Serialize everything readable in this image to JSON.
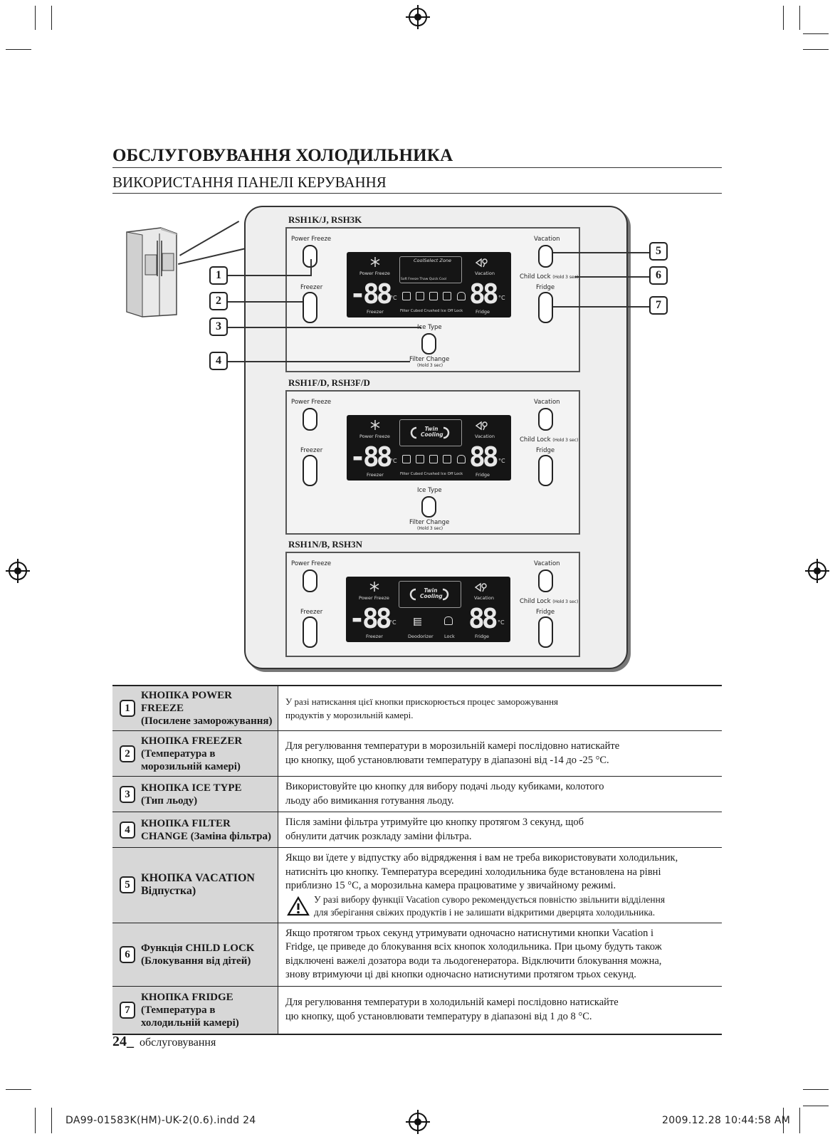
{
  "page": {
    "title": "ОБСЛУГОВУВАННЯ ХОЛОДИЛЬНИКА",
    "subtitle": "ВИКОРИСТАННЯ ПАНЕЛІ КЕРУВАННЯ"
  },
  "panels": [
    {
      "model": "RSH1K/J, RSH3K",
      "power_freeze": "Power Freeze",
      "vacation": "Vacation",
      "child_lock": "Child Lock",
      "hold": "(Hold 3 sec)",
      "freezer": "Freezer",
      "fridge": "Fridge",
      "ice_type": "Ice Type",
      "filter_change": "Filter Change",
      "filter_hold": "(Hold 3 sec)",
      "lcd": {
        "zone_title": "CoolSelect Zone",
        "zone_items": "Soft Freeze  Thaw       Quick Cool",
        "power_freeze": "Power Freeze",
        "vacation": "Vacation",
        "digits": "-88",
        "digits_right": "88",
        "unit": "°C",
        "freezer": "Freezer",
        "fridge": "Fridge",
        "bottom": "Filter  Cubed Crushed Ice Off  Lock"
      }
    },
    {
      "model": "RSH1F/D, RSH3F/D",
      "power_freeze": "Power Freeze",
      "vacation": "Vacation",
      "child_lock": "Child Lock",
      "hold": "(Hold 3 sec)",
      "freezer": "Freezer",
      "fridge": "Fridge",
      "ice_type": "Ice Type",
      "filter_change": "Filter Change",
      "filter_hold": "(Hold 3 sec)",
      "lcd": {
        "zone_title": "Twin Cooling",
        "power_freeze": "Power Freeze",
        "vacation": "Vacation",
        "digits": "-88",
        "digits_right": "88",
        "unit": "°C",
        "freezer": "Freezer",
        "fridge": "Fridge",
        "bottom": "Filter  Cubed Crushed Ice Off  Lock"
      }
    },
    {
      "model": "RSH1N/B, RSH3N",
      "power_freeze": "Power Freeze",
      "vacation": "Vacation",
      "child_lock": "Child Lock",
      "hold": "(Hold 3 sec)",
      "freezer": "Freezer",
      "fridge": "Fridge",
      "lcd": {
        "zone_title": "Twin Cooling",
        "power_freeze": "Power Freeze",
        "vacation": "Vacation",
        "digits": "-88",
        "digits_right": "88",
        "unit": "°C",
        "freezer": "Freezer",
        "fridge": "Fridge",
        "deodorizer": "Deodorizer",
        "lock": "Lock"
      }
    }
  ],
  "callouts": [
    "1",
    "2",
    "3",
    "4",
    "5",
    "6",
    "7"
  ],
  "rows": [
    {
      "num": "1",
      "name_line1": "КНОПКА POWER FREEZE",
      "name_line2": "(Посилене заморожування)",
      "desc_line1": "У разі натискання цієї кнопки прискорюється процес заморожування",
      "desc_line2": "продуктів у морозильній камері."
    },
    {
      "num": "2",
      "name_line1": "КНОПКА FREEZER",
      "name_line2": "(Температура в",
      "name_line3": "морозильній камері)",
      "desc_line1": "Для регулювання температури в морозильній камері послідовно натискайте",
      "desc_line2": "цю кнопку, щоб установлювати температуру в діапазоні від -14 до -25 °C."
    },
    {
      "num": "3",
      "name_line1": "КНОПКА ICE TYPE",
      "name_line2": "(Тип льоду)",
      "desc_line1": "Використовуйте цю кнопку для вибору подачі льоду кубиками, колотого",
      "desc_line2": "льоду або вимикання готування льоду."
    },
    {
      "num": "4",
      "name_line1": "КНОПКА FILTER",
      "name_line2": "CHANGE (Заміна фільтра)",
      "desc_line1": "Після заміни фільтра утримуйте цю кнопку протягом 3 секунд, щоб",
      "desc_line2": "обнулити датчик розкладу заміни фільтра."
    },
    {
      "num": "5",
      "name_line1": "КНОПКА VACATION",
      "name_line2": "Відпустка)",
      "desc_line1": "Якщо ви їдете у відпустку або відрядження і вам не треба використовувати холодильник,",
      "desc_line2": "натисніть цю кнопку. Температура всередині холодильника буде встановлена на рівні",
      "desc_line3": "приблизно 15 °C, а морозильна камера працюватиме у звичайному режимі.",
      "warn_line1": "У разі вибору функції Vacation суворо рекомендується повністю звільнити відділення",
      "warn_line2": "для зберігання свіжих продуктів і не залишати відкритими дверцята холодильника."
    },
    {
      "num": "6",
      "name_line1": "Функція CHILD LOCK",
      "name_line2": "(Блокування від дітей)",
      "desc_line1": "Якщо протягом трьох секунд утримувати одночасно натиснутими кнопки Vacation і",
      "desc_line2": "Fridge, це приведе до блокування всіх кнопок холодильника. При цьому будуть також",
      "desc_line3": "відключені важелі дозатора води та льодогенератора. Відключити блокування можна,",
      "desc_line4": "знову втримуючи ці дві кнопки одночасно натиснутими протягом трьох секунд."
    },
    {
      "num": "7",
      "name_line1": "КНОПКА FRIDGE",
      "name_line2": "(Температура в",
      "name_line3": "холодильній камері)",
      "desc_line1": "Для регулювання температури в холодильній камері послідовно натискайте",
      "desc_line2": "цю кнопку, щоб установлювати температуру в діапазоні від 1 до 8 °C."
    }
  ],
  "footer": {
    "page_num": "24_",
    "section": "обслуговування",
    "file": "DA99-01583K(HM)-UK-2(0.6).indd   24",
    "date": "2009.12.28    10:44:58 AM"
  }
}
